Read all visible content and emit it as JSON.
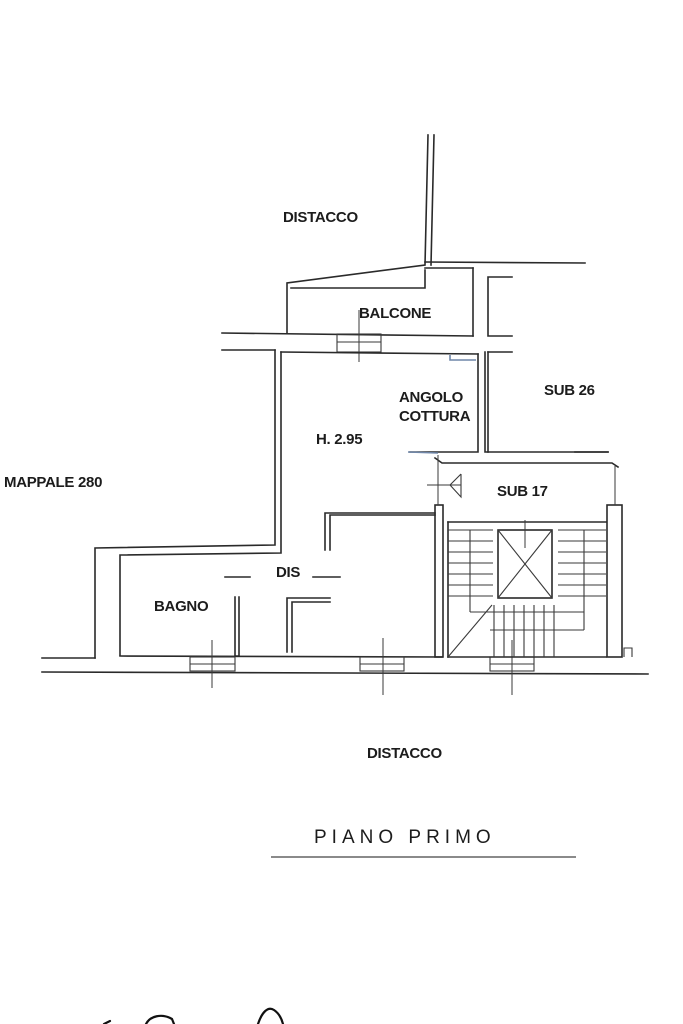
{
  "plan": {
    "title": "PIANO PRIMO",
    "labels": {
      "distacco_top": "DISTACCO",
      "balcone": "BALCONE",
      "angolo_cottura_line1": "ANGOLO",
      "angolo_cottura_line2": "COTTURA",
      "sub_26": "SUB 26",
      "height": "H. 2.95",
      "mappale": "MAPPALE 280",
      "sub_17": "SUB 17",
      "dis": "DIS",
      "bagno": "BAGNO",
      "distacco_bottom": "DISTACCO"
    }
  }
}
